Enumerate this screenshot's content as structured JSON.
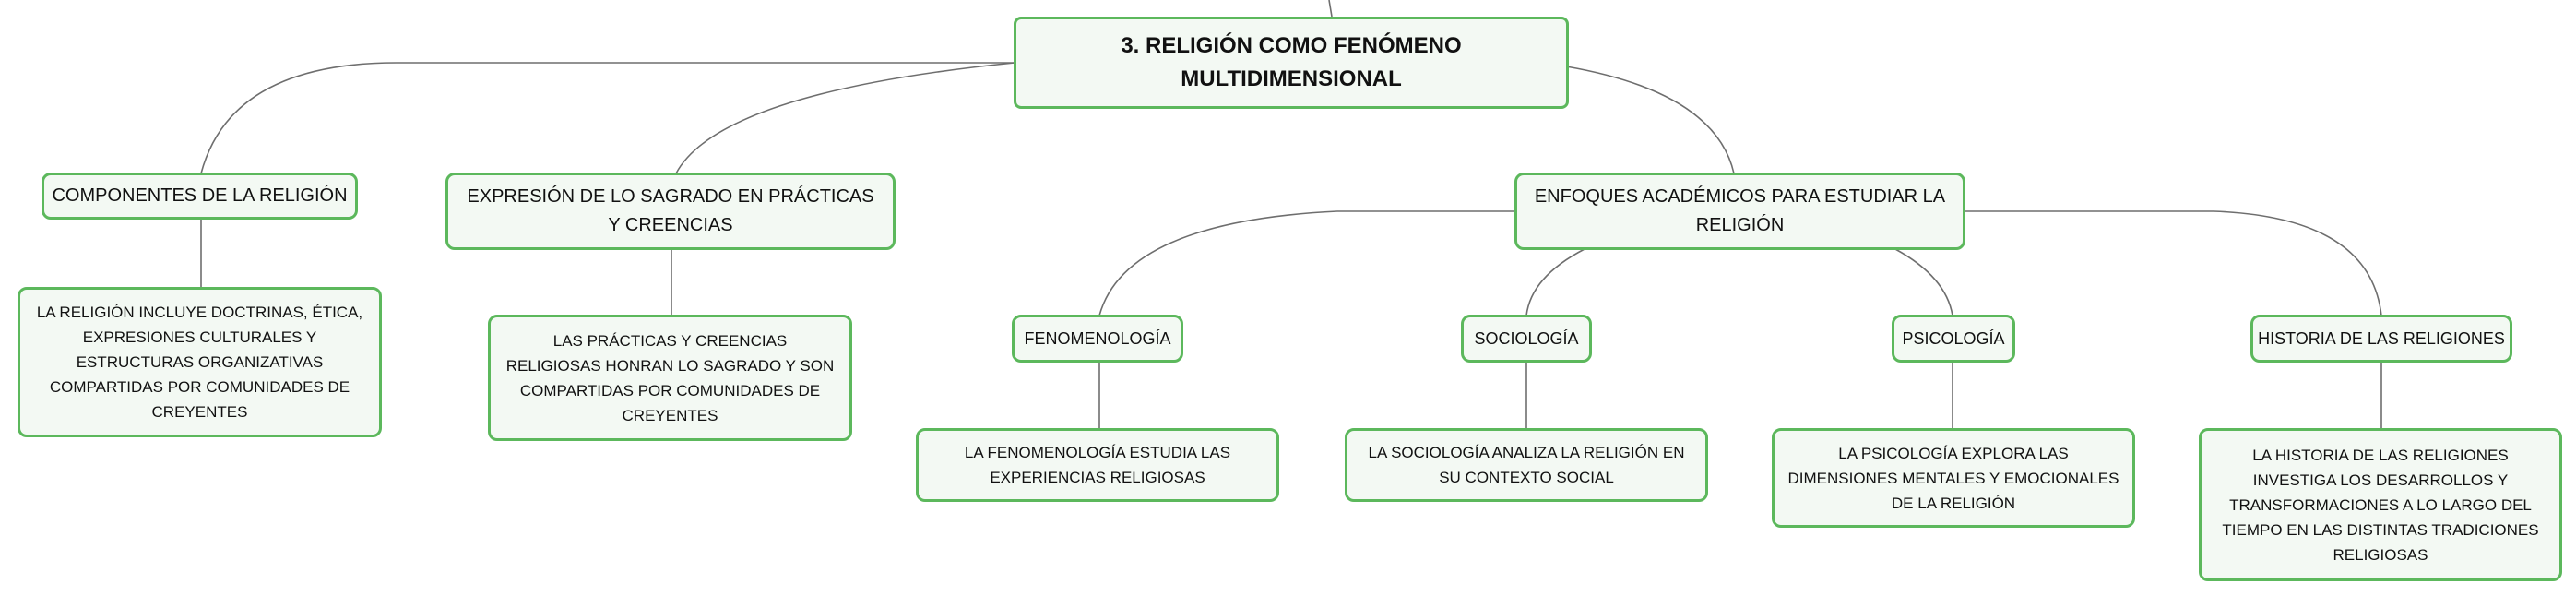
{
  "root": {
    "label": "3. RELIGIÓN COMO FENÓMENO MULTIDIMENSIONAL"
  },
  "branches": {
    "componentes": {
      "label": "COMPONENTES DE LA RELIGIÓN",
      "detail": "LA RELIGIÓN INCLUYE DOCTRINAS, ÉTICA, EXPRESIONES CULTURALES Y ESTRUCTURAS ORGANIZATIVAS COMPARTIDAS POR COMUNIDADES DE CREYENTES"
    },
    "expresion": {
      "label": "EXPRESIÓN DE LO SAGRADO EN PRÁCTICAS Y CREENCIAS",
      "detail": "LAS PRÁCTICAS Y CREENCIAS RELIGIOSAS HONRAN LO SAGRADO Y SON COMPARTIDAS POR COMUNIDADES DE CREYENTES"
    },
    "enfoques": {
      "label": "ENFOQUES ACADÉMICOS PARA ESTUDIAR LA RELIGIÓN",
      "children": {
        "fenomenologia": {
          "label": "FENOMENOLOGÍA",
          "detail": "LA FENOMENOLOGÍA ESTUDIA LAS EXPERIENCIAS RELIGIOSAS"
        },
        "sociologia": {
          "label": "SOCIOLOGÍA",
          "detail": "LA SOCIOLOGÍA ANALIZA LA RELIGIÓN EN SU CONTEXTO SOCIAL"
        },
        "psicologia": {
          "label": "PSICOLOGÍA",
          "detail": "LA PSICOLOGÍA EXPLORA LAS DIMENSIONES MENTALES Y EMOCIONALES DE LA RELIGIÓN"
        },
        "historia": {
          "label": "HISTORIA DE LAS RELIGIONES",
          "detail": "LA HISTORIA DE LAS RELIGIONES INVESTIGA LOS DESARROLLOS Y TRANSFORMACIONES A LO LARGO DEL TIEMPO EN LAS DISTINTAS TRADICIONES RELIGIOSAS"
        }
      }
    }
  },
  "colors": {
    "node_border": "#5cb85c",
    "node_fill": "#f3f9f3",
    "connector": "#6e6e6e"
  }
}
